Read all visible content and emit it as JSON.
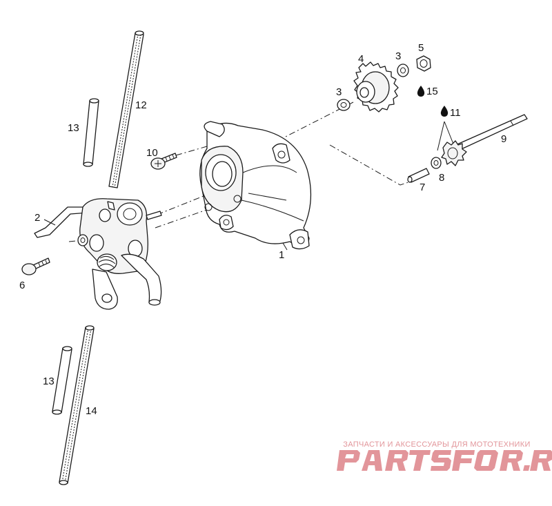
{
  "callouts": [
    "1",
    "2",
    "3",
    "3",
    "4",
    "5",
    "6",
    "7",
    "8",
    "9",
    "10",
    "11",
    "12",
    "13",
    "13",
    "14",
    "15"
  ],
  "watermark": {
    "tagline": "ЗАПЧАСТИ И АКСЕССУАРЫ ДЛЯ МОТОТЕХНИКИ",
    "logo_text": "PARTSFOR.RU",
    "color": "#e2959a"
  },
  "colors": {
    "line": "#1a1a1a",
    "background": "#ffffff"
  }
}
